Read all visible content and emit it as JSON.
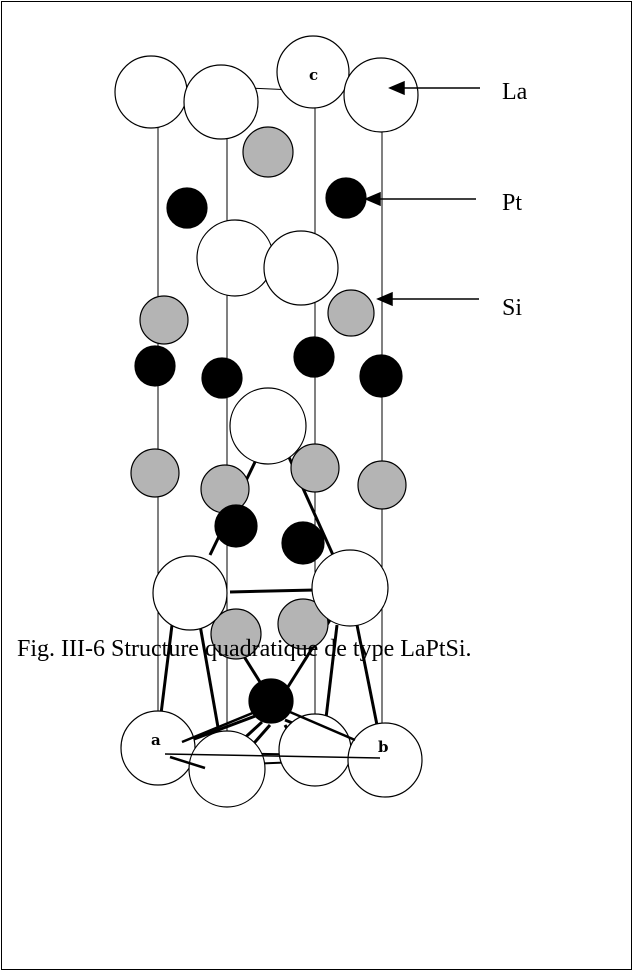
{
  "elements": {
    "la_label": "La",
    "pt_label": "Pt",
    "si_label": "Si"
  },
  "axes": {
    "a_label": "a",
    "b_label": "b",
    "c_label": "c"
  },
  "caption": "Fig. III-6  Structure quadratique de type LaPtSi.",
  "colors": {
    "la": "#ffffff",
    "pt": "#000000",
    "si": "#b4b4b4",
    "outline": "#000000"
  }
}
